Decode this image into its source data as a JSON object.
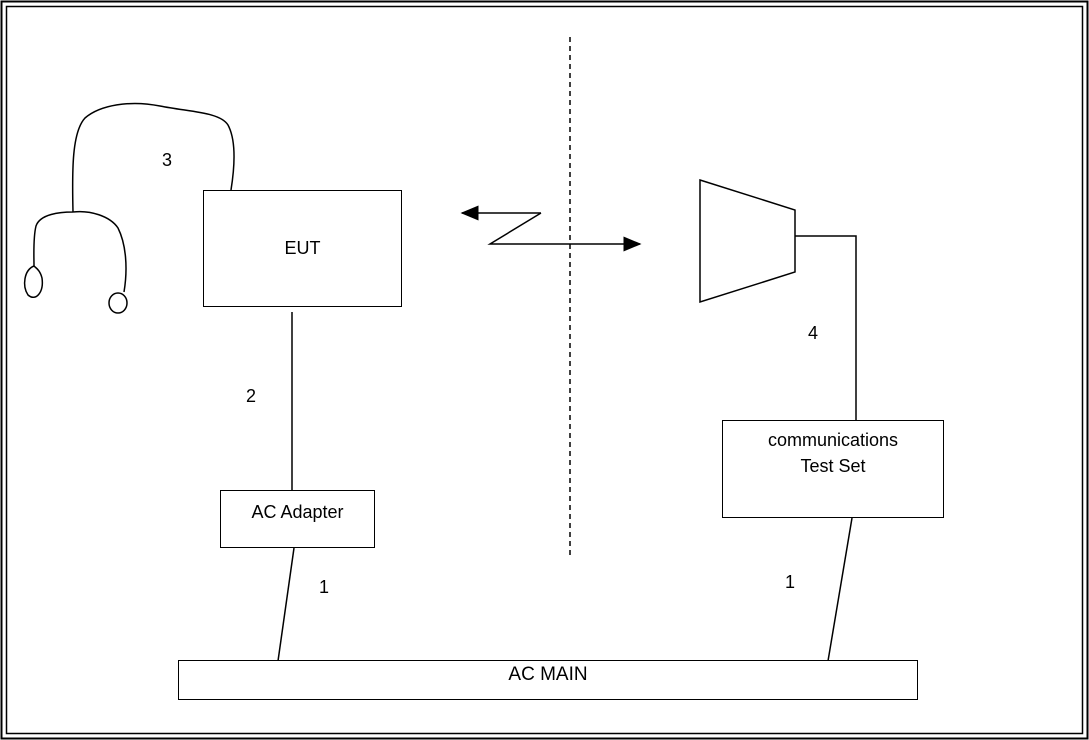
{
  "diagram": {
    "eut_label": "EUT",
    "ac_adapter_label": "AC Adapter",
    "test_set_label_line1": "communications",
    "test_set_label_line2": "Test Set",
    "ac_main_label": "AC MAIN",
    "cable_labels": {
      "headset": "3",
      "eut_to_adapter": "2",
      "antenna_to_test_set": "4",
      "adapter_to_main": "1",
      "test_set_to_main": "1"
    }
  }
}
